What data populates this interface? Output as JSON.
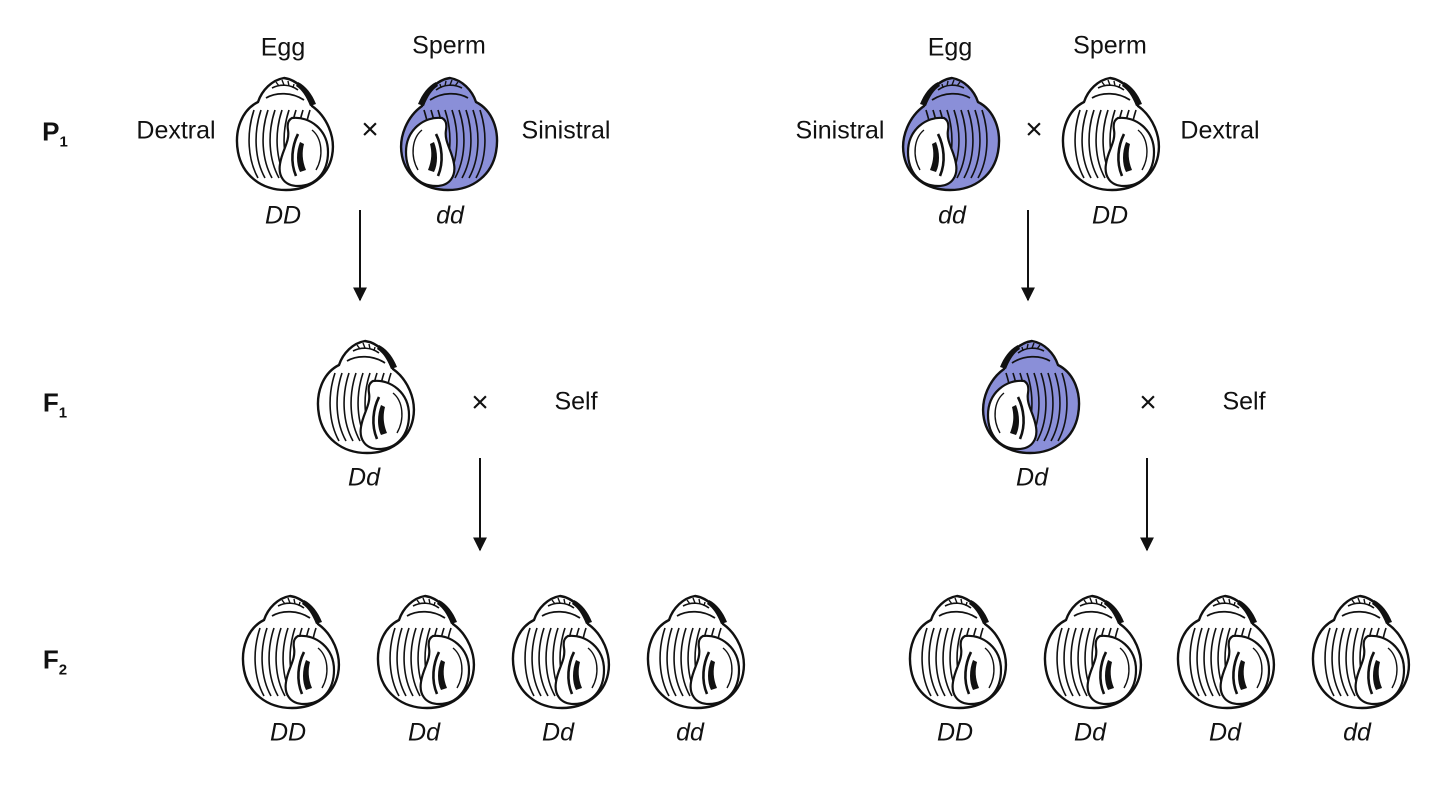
{
  "generations": {
    "p1": "P",
    "f1": "F",
    "f2": "F"
  },
  "generation_subs": {
    "p1": "1",
    "f1": "1",
    "f2": "2"
  },
  "labels": {
    "egg": "Egg",
    "sperm": "Sperm",
    "dextral": "Dextral",
    "sinistral": "Sinistral",
    "self": "Self",
    "cross": "×"
  },
  "left_cross": {
    "p1_egg": {
      "genotype": "DD"
    },
    "p1_sperm": {
      "genotype": "dd"
    },
    "f1": {
      "genotype": "Dd"
    },
    "f2": [
      "DD",
      "Dd",
      "Dd",
      "dd"
    ]
  },
  "right_cross": {
    "p1_egg": {
      "genotype": "dd"
    },
    "p1_sperm": {
      "genotype": "DD"
    },
    "f1": {
      "genotype": "Dd"
    },
    "f2": [
      "DD",
      "Dd",
      "Dd",
      "dd"
    ]
  },
  "colors": {
    "sinistral_fill": "#8a8fd8",
    "dextral_fill": "#ffffff",
    "ink": "#111111"
  }
}
